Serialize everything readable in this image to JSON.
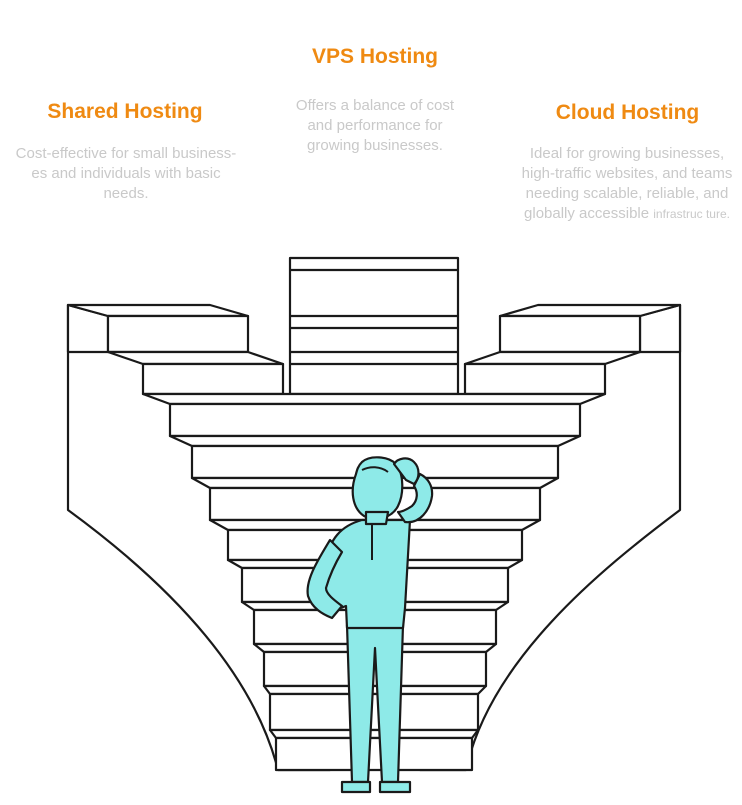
{
  "options": {
    "shared": {
      "title": "Shared Hosting",
      "line1": "Cost-effective for small business-",
      "line2": "es and individuals with basic",
      "line3": "needs."
    },
    "vps": {
      "title": "VPS Hosting",
      "line1": "Offers a balance of cost",
      "line2": "and performance for",
      "line3": "growing businesses."
    },
    "cloud": {
      "title": "Cloud Hosting",
      "line1": "Ideal for growing businesses,",
      "line2": "high-traffic websites, and teams",
      "line3": "needing scalable, reliable, and",
      "line4_main": "globally accessible ",
      "line4_small": "infrastruc ture."
    }
  },
  "colors": {
    "accent": "#ef8a12",
    "body_text": "#c9c9c9",
    "figure_fill": "#8eeae8",
    "outline": "#1a1a1a"
  },
  "icons": {
    "figure": "person-scratching-head-icon"
  }
}
